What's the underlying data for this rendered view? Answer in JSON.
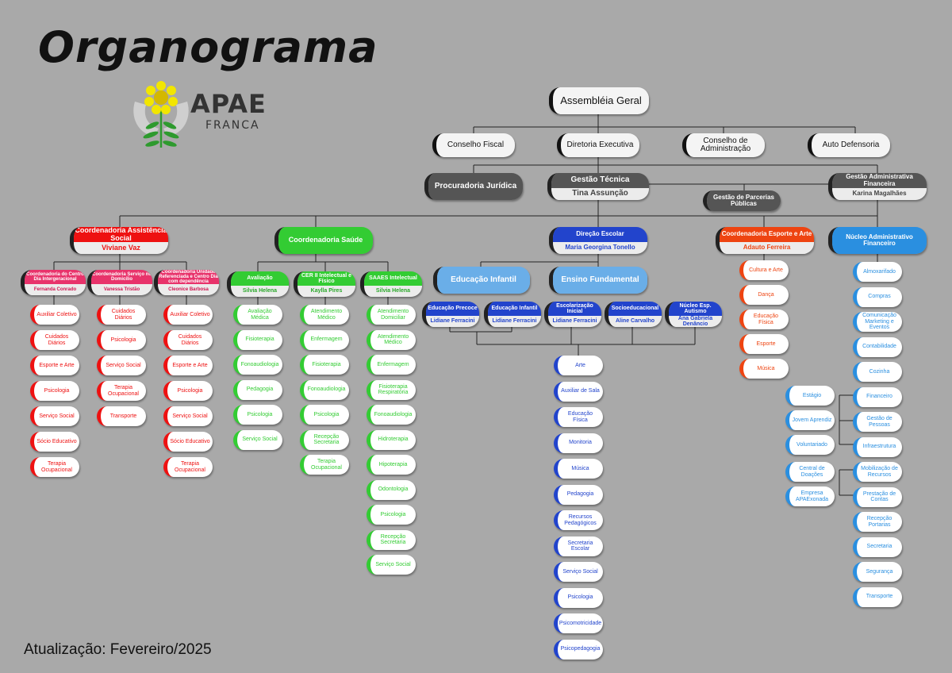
{
  "title": "Organograma",
  "updated": "Atualização: Fevereiro/2025",
  "logo": {
    "name": "APAE",
    "city": "FRANCA"
  },
  "colors": {
    "social": "#ee1111",
    "social_sub": "#e8336b",
    "saude": "#33cc33",
    "escola": "#2244cc",
    "escola_light": "#6aaee8",
    "esporte": "#ee4411",
    "adm": "#2a8fe0",
    "dark": "#555555"
  },
  "top": {
    "assembleia": "Assembléia Geral",
    "conselho_fiscal": "Conselho Fiscal",
    "diretoria": "Diretoria Executiva",
    "conselho_adm": "Conselho de Administração",
    "auto_defensoria": "Auto Defensoria",
    "procuradoria": "Procuradoria Jurídica",
    "gestao_tecnica": {
      "title": "Gestão Técnica",
      "name": "Tina Assunção"
    },
    "gestao_parcerias": "Gestão de Parcerias Públicas",
    "gestao_adm": {
      "title": "Gestão Administrativa Financeira",
      "name": "Karina Magalhães"
    }
  },
  "social": {
    "title": "Coordenadoria Assistência Social",
    "name": "Viviane Vaz",
    "subs": [
      {
        "title": "Coordenadoria do Centro Dia Intergeracional",
        "name": "Fernanda Conrado",
        "items": [
          "Auxiliar Coletivo",
          "Cuidados Diários",
          "Esporte e Arte",
          "Psicologia",
          "Serviço Social",
          "Sócio Educativo",
          "Terapia Ocupacional"
        ]
      },
      {
        "title": "Coordenadoria Serviço no Domicílio",
        "name": "Vanessa Tristão",
        "items": [
          "Cuidados Diários",
          "Psicologia",
          "Serviço Social",
          "Terapia Ocupacional",
          "Transporte"
        ]
      },
      {
        "title": "Coordenadoria Unidade Referenciada e Centro Dia com dependência",
        "name": "Cleonice Barbosa",
        "items": [
          "Auxiliar Coletivo",
          "Cuidados Diários",
          "Esporte e Arte",
          "Psicologia",
          "Serviço Social",
          "Sócio Educativo",
          "Terapia Ocupacional"
        ]
      }
    ]
  },
  "saude": {
    "title": "Coordenadoria Saúde",
    "subs": [
      {
        "title": "Avaliação",
        "name": "Silvia Helena",
        "items": [
          "Avaliação Médica",
          "Fisioterapia",
          "Fonoaudiologia",
          "Pedagogia",
          "Psicologia",
          "Serviço Social"
        ]
      },
      {
        "title": "CER II Intelectual e Físico",
        "name": "Kaylla Pires",
        "items": [
          "Atendimento Médico",
          "Enfermagem",
          "Fisioterapia",
          "Fonoaudiologia",
          "Psicologia",
          "Recepção Secretaria",
          "Terapia Ocupacional"
        ]
      },
      {
        "title": "SAAES Intelectual",
        "name": "Silvia Helena",
        "items": [
          "Atendimento Domiciliar",
          "Atendimento Médico",
          "Enfermagem",
          "Fisioterapia Respiratória",
          "Fonoaudiologia",
          "Hidroterapia",
          "Hipoterapia",
          "Odontologia",
          "Psicologia",
          "Recepção Secretaria",
          "Serviço Social"
        ]
      }
    ]
  },
  "escola": {
    "title": "Direção Escolar",
    "name": "Maria Georgina Tonello",
    "infantil": "Educação Infantil",
    "fundamental": "Ensino Fundamental",
    "units": [
      {
        "title": "Educação Precoce",
        "name": "Lidiane Ferracini"
      },
      {
        "title": "Educação Infantil",
        "name": "Lidiane Ferracini"
      },
      {
        "title": "Escolarização Inicial",
        "name": "Lidiane Ferracini"
      },
      {
        "title": "Socioeducacional",
        "name": "Aline Carvalho"
      },
      {
        "title": "Núcleo Esp. Autismo",
        "name": "Ana Gabriela Denâncio"
      }
    ],
    "items": [
      "Arte",
      "Auxiliar de Sala",
      "Educação Física",
      "Monitoria",
      "Música",
      "Pedagogia",
      "Recursos Pedagógicos",
      "Secretaria Escolar",
      "Serviço Social",
      "Psicologia",
      "Psicomotricidade",
      "Psicopedagogia"
    ]
  },
  "esporte": {
    "title": "Coordenadoria Esporte e Arte",
    "name": "Adauto Ferreira",
    "items": [
      "Cultura e Arte",
      "Dança",
      "Educação Física",
      "Esporte",
      "Música"
    ]
  },
  "adm": {
    "title": "Núcleo Administrativo Financeiro",
    "items": [
      "Almoxarifado",
      "Compras",
      "Comunicação Marketing e Eventos",
      "Contabilidade",
      "Cozinha",
      "Financeiro",
      "Gestão de Pessoas",
      "Infraestrutura",
      "Mobilização de Recursos",
      "Prestação de Contas",
      "Recepção Portarias",
      "Secretaria",
      "Segurança",
      "Transporte"
    ],
    "pessoas_sub": [
      "Estágio",
      "Jovem Aprendiz",
      "Voluntariado"
    ],
    "recursos_sub": [
      "Central de Doações",
      "Empresa APAExonada"
    ]
  }
}
